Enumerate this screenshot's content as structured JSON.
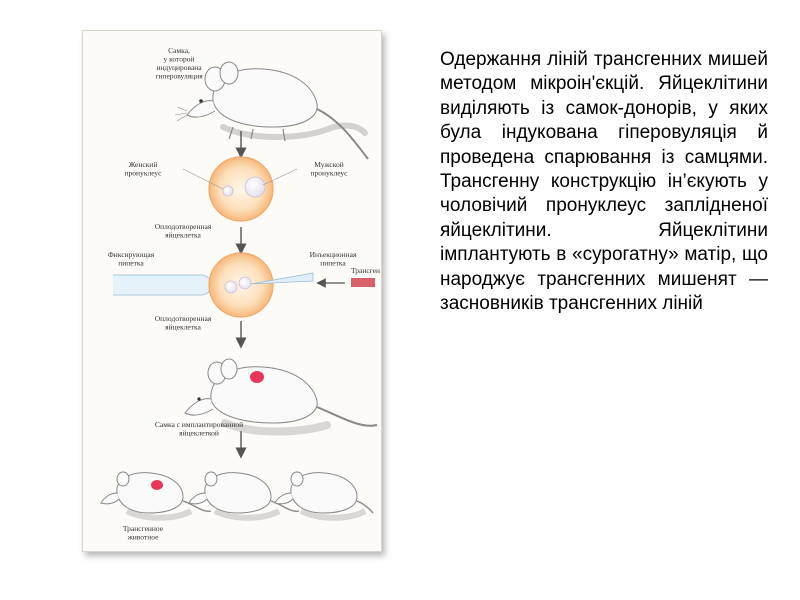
{
  "figure": {
    "captions": {
      "donor_female": [
        "Самка,",
        "у которой",
        "индуцирована",
        "гиперовуляция"
      ],
      "female_pronucleus": [
        "Женский",
        "пронуклеус"
      ],
      "male_pronucleus": [
        "Мужской",
        "пронуклеус"
      ],
      "fertilized_egg_1": [
        "Оплодотворенная",
        "яйцеклетка"
      ],
      "holding_pipette": [
        "Фиксирующая",
        "пипетка"
      ],
      "injection_pipette": [
        "Инъекционная",
        "пипетка"
      ],
      "transgene": "Трансген",
      "fertilized_egg_2": [
        "Оплодотворенная",
        "яйцеклетка"
      ],
      "implanted_female": [
        "Самка с имплантированной",
        "яйцеклеткой"
      ],
      "transgenic_animal": [
        "Трансгенное",
        "животное"
      ]
    },
    "colors": {
      "egg_fill": "#fbd3a4",
      "egg_stroke": "#e8a868",
      "marker_red": "#e8365a",
      "transgene_block": "#d8606a",
      "arrow": "#555555"
    }
  },
  "description": "Одержання ліній трансгенних мишей методом мікроін'єкцій. Яйцеклітини виділяють із самок-донорів, у яких була індукована гіперовуляція й проведена спарювання із самцями. Трансгенну конструкцію ін’єкують у чоловічий пронуклеус заплідненої яйцеклітини. Яйцеклітини імплантують в «сурогатну» матір, що народжує трансгенних мишенят — засновників трансгенних ліній"
}
